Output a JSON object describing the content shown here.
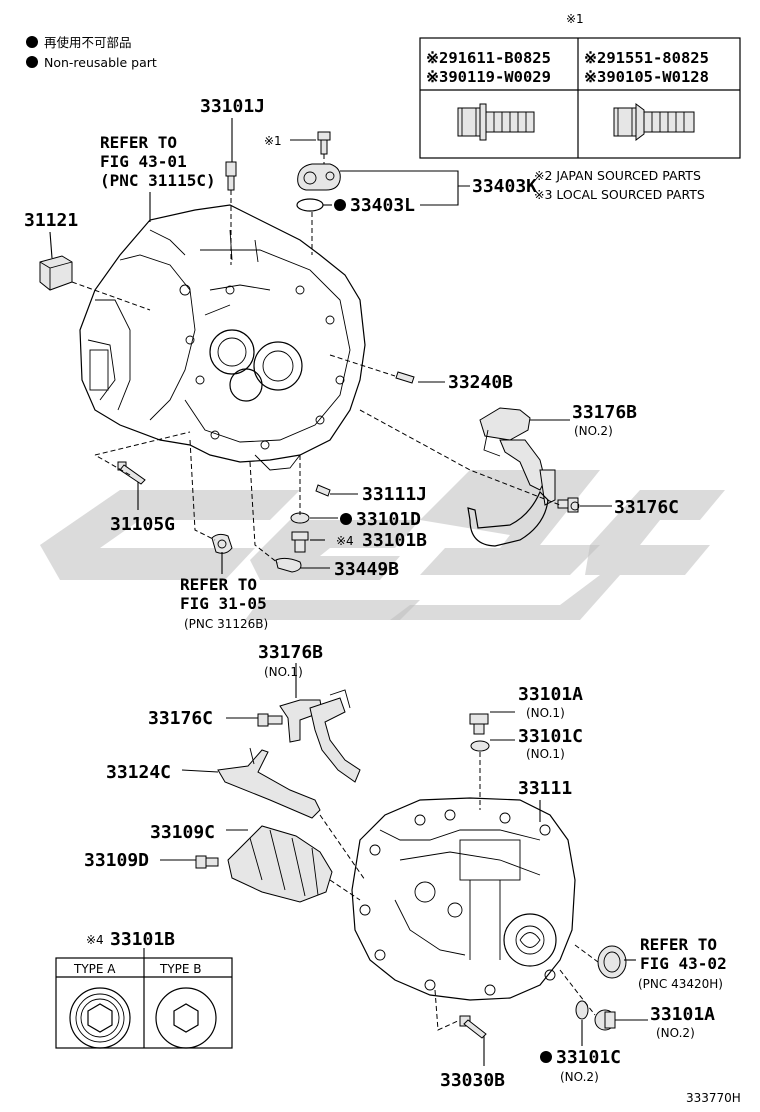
{
  "legend": {
    "items": [
      {
        "text": "再使用不可部品"
      },
      {
        "text": "Non-reusable part"
      }
    ]
  },
  "bolt_table": {
    "mark": "※1",
    "left": {
      "line1": "※291611-B0825",
      "line2": "※390119-W0029"
    },
    "right": {
      "line1": "※291551-80825",
      "line2": "※390105-W0128"
    }
  },
  "notes": {
    "note2": "※2 JAPAN SOURCED PARTS",
    "note3": "※3 LOCAL SOURCED PARTS"
  },
  "labels": {
    "p33101J": "33101J",
    "p31121": "31121",
    "ref_43_01": {
      "line1": "REFER TO",
      "line2": "FIG 43-01",
      "line3": "(PNC 31115C)"
    },
    "mark1_small": "※1",
    "p33403K": "33403K",
    "p33403L": "33403L",
    "p33240B": "33240B",
    "p33176B_top": "33176B",
    "no2_a": "(NO.2)",
    "p33176C_top": "33176C",
    "p33111J": "33111J",
    "p33101D": "33101D",
    "p33101B_mid": "33101B",
    "mark4_mid": "※4",
    "p33449B": "33449B",
    "p31105G": "31105G",
    "ref_31_05": {
      "line1": "REFER TO",
      "line2": "FIG 31-05",
      "line3": "(PNC 31126B)"
    },
    "p33176B_low": "33176B",
    "no1_a": "(NO.1)",
    "p33176C_low": "33176C",
    "p33124C": "33124C",
    "p33109C": "33109C",
    "p33109D": "33109D",
    "p33101A_top": "33101A",
    "no1_b": "(NO.1)",
    "p33101C_top": "33101C",
    "no1_c": "(NO.1)",
    "p33111": "33111",
    "ref_43_02": {
      "line1": "REFER TO",
      "line2": "FIG 43-02",
      "line3": "(PNC 43420H)"
    },
    "p33101A_low": "33101A",
    "no2_b": "(NO.2)",
    "p33101C_low": "33101C",
    "no2_c": "(NO.2)",
    "p33030B": "33030B",
    "mark4_box": "※4",
    "p33101B_box": "33101B",
    "type_a": "TYPE A",
    "type_b": "TYPE B",
    "figure_id": "333770H"
  }
}
